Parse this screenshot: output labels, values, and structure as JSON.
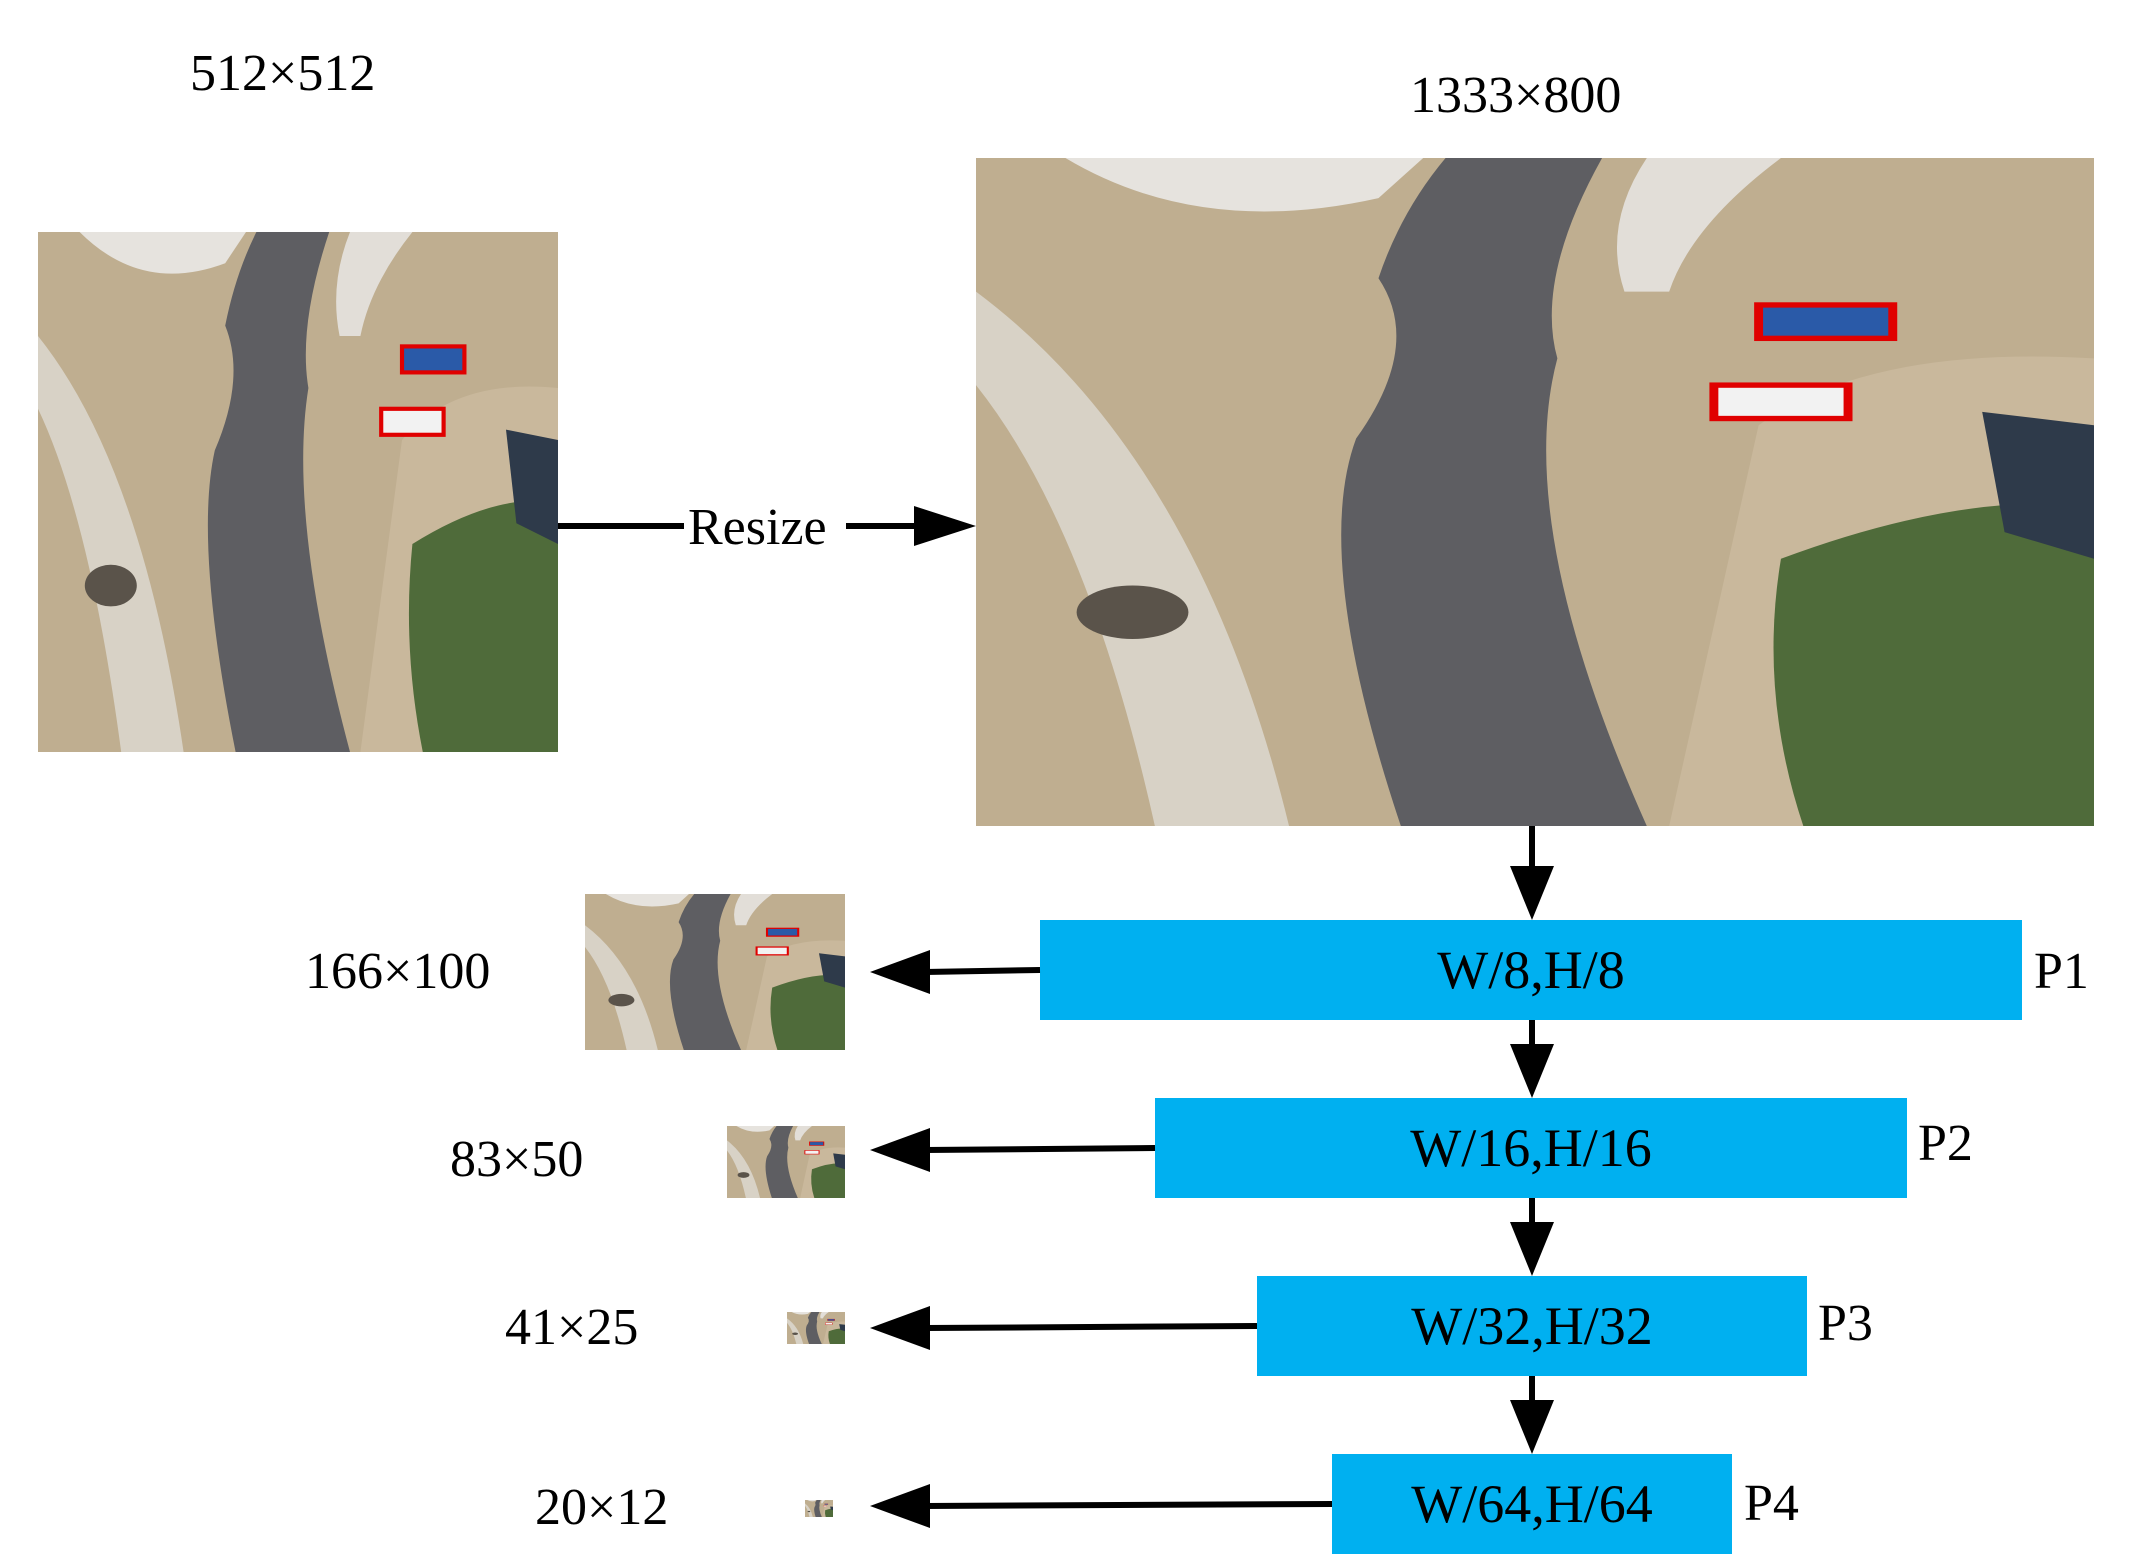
{
  "input": {
    "size_label": "512×512"
  },
  "resized": {
    "size_label": "1333×800"
  },
  "resize_label": "Resize",
  "pyramid": [
    {
      "level": "P1",
      "box_label": "W/8,H/8",
      "size_label": "166×100"
    },
    {
      "level": "P2",
      "box_label": "W/16,H/16",
      "size_label": "83×50"
    },
    {
      "level": "P3",
      "box_label": "W/32,H/32",
      "size_label": "41×25"
    },
    {
      "level": "P4",
      "box_label": "W/64,H/64",
      "size_label": "20×12"
    }
  ],
  "colors": {
    "level_box": "#00b0f0",
    "detection_box": "#e00000",
    "arrow": "#000000"
  },
  "icons": {
    "scene": "aerial-road-image-icon"
  }
}
